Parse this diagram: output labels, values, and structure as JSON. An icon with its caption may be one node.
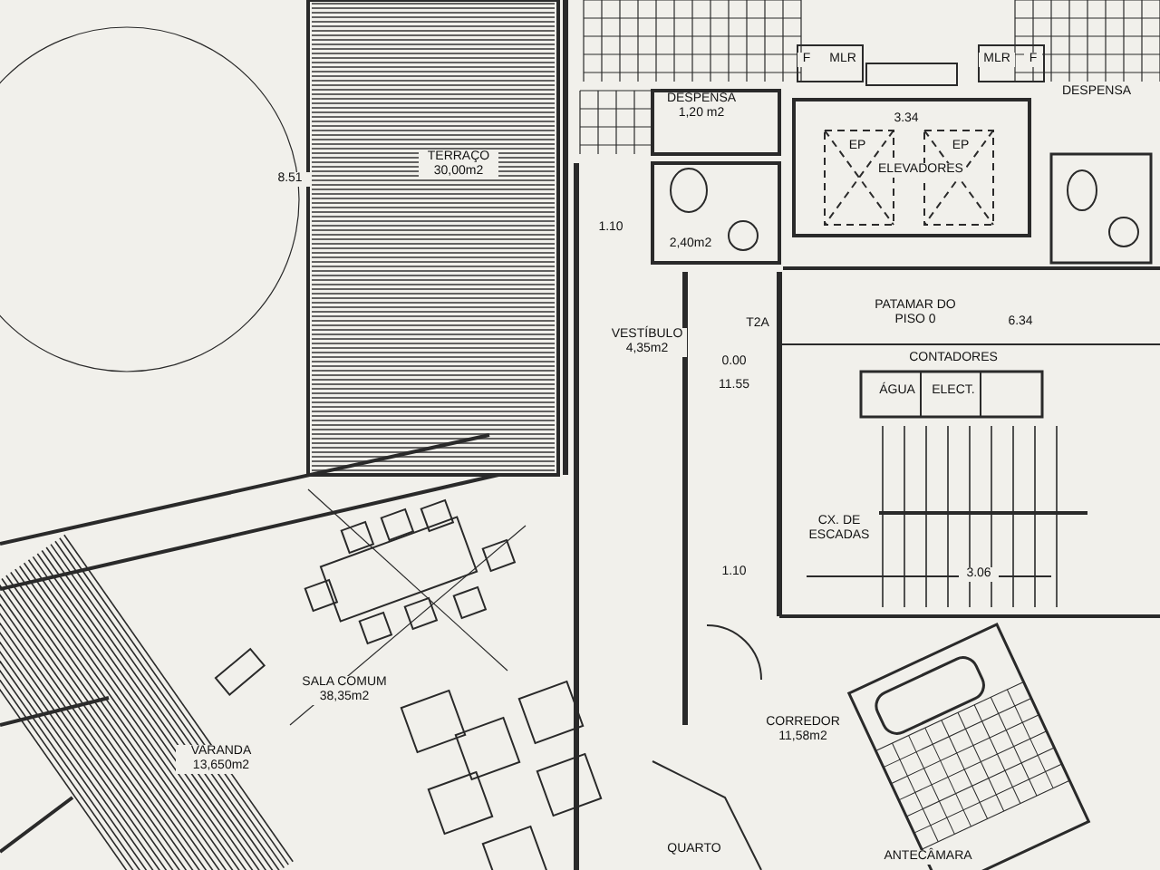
{
  "diagram": {
    "labels": [
      "8.51",
      "TERRAÇO 30,00m2",
      "DESPENSA 1,20 m2",
      "F",
      "MLR",
      "MLR",
      "F",
      "DESPENSA",
      "3.34",
      "EP",
      "EP",
      "ELEVADORES",
      "1.10",
      "2,40m2",
      "PATAMAR DO PISO 0",
      "6.34",
      "VESTÍBULO 4,35m2",
      "T2A",
      "0.00",
      "11.55",
      "CONTADORES",
      "ÁGUA",
      "ELECT.",
      "CX. DE ESCADAS",
      "1.10",
      "3.06",
      "SALA COMUM 38,35m2",
      "VARANDA 13,650m2",
      "CORREDOR 11,58m2",
      "QUARTO",
      "ANTECÂMARA"
    ]
  }
}
